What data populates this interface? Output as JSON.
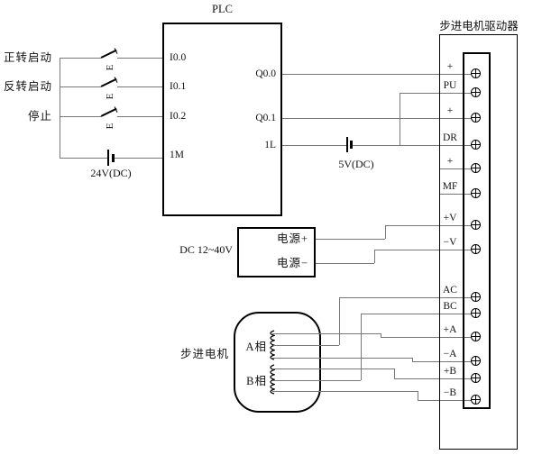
{
  "plc": {
    "title": "PLC",
    "input_pins": [
      "I0.0",
      "I0.1",
      "I0.2",
      "1M"
    ],
    "output_pins": [
      "Q0.0",
      "Q0.1",
      "1L"
    ]
  },
  "push_buttons": [
    "正转启动",
    "反转启动",
    "停止"
  ],
  "batteries": {
    "input_supply": "24V(DC)",
    "output_supply": "5V(DC)"
  },
  "power_supply": {
    "label": "DC 12~40V",
    "terminal_plus": "电源+",
    "terminal_minus": "电源−"
  },
  "driver": {
    "title": "步进电机驱动器",
    "terminals": [
      "+",
      "PU",
      "+",
      "DR",
      "+",
      "MF",
      "+V",
      "−V",
      "AC",
      "BC",
      "+A",
      "−A",
      "+B",
      "−B"
    ]
  },
  "motor": {
    "label": "步进电机",
    "phase_a": "A相",
    "phase_b": "B相"
  },
  "icons": {
    "pushbutton_operator": "E"
  },
  "colors": {
    "wire": "#777777",
    "outline": "#000000",
    "background": "#ffffff"
  }
}
